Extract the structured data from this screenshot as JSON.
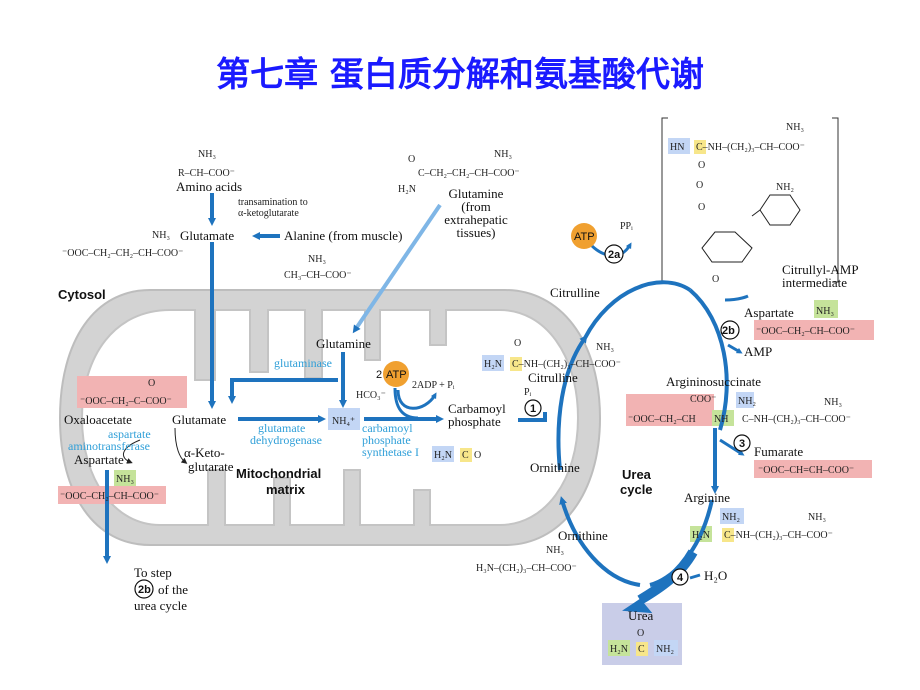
{
  "title": "第七章  蛋白质分解和氨基酸代谢",
  "labels": {
    "amino_acids": "Amino acids",
    "aa_formula": "R–CH–COO⁻",
    "nh3_plus": "NH₃",
    "transamination": "transamination to",
    "ketoglutarate_to": "α-ketoglutarate",
    "glutamate_top": "Glutamate",
    "glutamate_top_formula": "⁻OOC–CH₂–CH₂–CH–COO⁻",
    "alanine": "Alanine (from muscle)",
    "alanine_formula": "CH₃–CH–COO⁻",
    "glutamine_top_formula": "C–CH₂–CH₂–CH–COO⁻",
    "glutamine_top_h2n": "H₂N",
    "glutamine_top_o": "O",
    "glutamine_from_1": "Glutamine",
    "glutamine_from_2": "(from",
    "glutamine_from_3": "extrahepatic",
    "glutamine_from_4": "tissues)",
    "cytosol": "Cytosol",
    "glutamine_mito": "Glutamine",
    "glutaminase": "glutaminase",
    "two_atp": "2",
    "atp": "ATP",
    "adp": "2ADP + Pᵢ",
    "hco3": "HCO₃⁻",
    "nh4": "NH₄⁺",
    "carbamoyl_1": "Carbamoyl",
    "carbamoyl_2": "phosphate",
    "cps_1": "carbamoyl",
    "cps_2": "phosphate",
    "cps_3": "synthetase I",
    "gdh_1": "glutamate",
    "gdh_2": "dehydrogenase",
    "oxaloacetate": "Oxaloacetate",
    "oaa_formula": "⁻OOC–CH₂–C–COO⁻",
    "glutamate_mito": "Glutamate",
    "asp_at_1": "aspartate",
    "asp_at_2": "aminotransferase",
    "aspartate_left": "Aspartate",
    "asp_left_formula": "⁻OOC–CH₂–CH–COO⁻",
    "akg_1": "α-Keto-",
    "akg_2": "glutarate",
    "mito_1": "Mitochondrial",
    "mito_2": "matrix",
    "to_step_1": "To step",
    "to_step_2b": "2b",
    "to_step_2": "of the",
    "to_step_3": "urea cycle",
    "citrulline_top": "Citrulline",
    "citrulline_mito": "Citrulline",
    "citrulline_formula": "C–NH–(CH₂)₃–CH–COO⁻",
    "pi": "Pᵢ",
    "ornithine_mito": "Ornithine",
    "ornithine_bottom": "Ornithine",
    "ornithine_formula": "H₃N–(CH₂)₃–CH–COO⁻",
    "urea_cycle_1": "Urea",
    "urea_cycle_2": "cycle",
    "ppi": "PPᵢ",
    "atp_2a": "ATP",
    "step_2a": "2a",
    "citrullyl_1": "Citrullyl-AMP",
    "citrullyl_2": "intermediate",
    "aspartate_right": "Aspartate",
    "asp_right_formula": "⁻OOC–CH₂–CH–COO⁻",
    "step_2b": "2b",
    "amp": "AMP",
    "argininosuccinate": "Argininosuccinate",
    "as_formula_left": "⁻OOC–CH₂–CH",
    "as_formula_right": "C–NH–(CH₂)₃–CH–COO⁻",
    "step_3": "3",
    "fumarate": "Fumarate",
    "fumarate_formula": "⁻OOC–CH=CH–COO⁻",
    "arginine": "Arginine",
    "arginine_formula": "C–NH–(CH₂)₃–CH–COO⁻",
    "step_4": "4",
    "h2o": "H₂O",
    "urea": "Urea",
    "step_1": "1",
    "h2n": "H₂N",
    "nh2": "NH₂",
    "nh": "NH",
    "hn": "HN",
    "c": "C",
    "o": "O",
    "coo": "COO⁻"
  },
  "colors": {
    "title": "#1a1aff",
    "arrow": "#1e73be",
    "arrow_light": "#7fb6e6",
    "enzyme": "#2f9fd8",
    "mito_fill": "#d3d3d3",
    "mito_inner": "#ffffff",
    "atp_fill": "#f0a030",
    "pink_box": "#f2b3b3",
    "blue_box": "#c3d6f5",
    "green_box": "#c5e39a",
    "yellow_box": "#f7e68a",
    "urea_box": "#c9cde8"
  }
}
